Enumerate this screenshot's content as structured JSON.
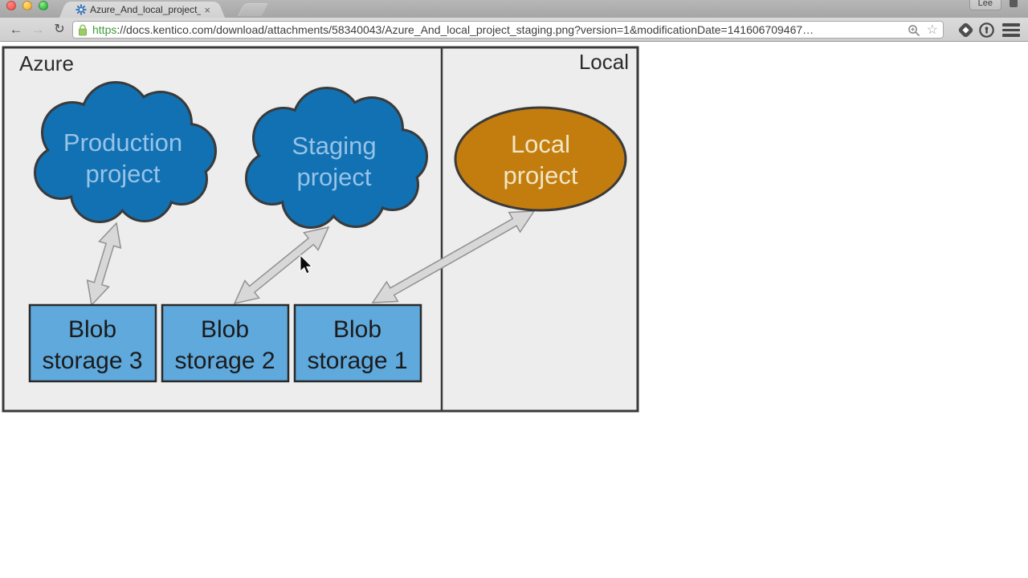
{
  "window": {
    "profile_button_label": "Lee"
  },
  "tab_bar": {
    "active_tab_title": "Azure_And_local_project_s",
    "tab_close_label": "×"
  },
  "icons": {
    "back": "←",
    "forward": "→",
    "reload": "↻",
    "bookmark_star": "☆"
  },
  "address_bar": {
    "url_scheme": "https",
    "url_rest": "://docs.kentico.com/download/attachments/58340043/Azure_And_local_project_staging.png?version=1&modificationDate=141606709467…"
  },
  "diagram": {
    "azure_section_label": "Azure",
    "local_section_label": "Local",
    "nodes": {
      "production_cloud": {
        "line1": "Production",
        "line2": "project"
      },
      "staging_cloud": {
        "line1": "Staging",
        "line2": "project"
      },
      "local_ellipse": {
        "line1": "Local",
        "line2": "project"
      },
      "blob_storage_3": {
        "line1": "Blob",
        "line2": "storage 3"
      },
      "blob_storage_2": {
        "line1": "Blob",
        "line2": "storage 2"
      },
      "blob_storage_1": {
        "line1": "Blob",
        "line2": "storage 1"
      }
    },
    "colors": {
      "cloud_fill": "#1171b2",
      "cloud_text": "#97c3e8",
      "ellipse_fill": "#c37d0e",
      "ellipse_text": "#f2e6c5",
      "box_fill": "#5fa9dd",
      "box_text": "#1b1b1b",
      "arrow_fill": "#d8d8d8",
      "canvas_bg": "#ededed",
      "border": "#3a3a3a"
    }
  }
}
